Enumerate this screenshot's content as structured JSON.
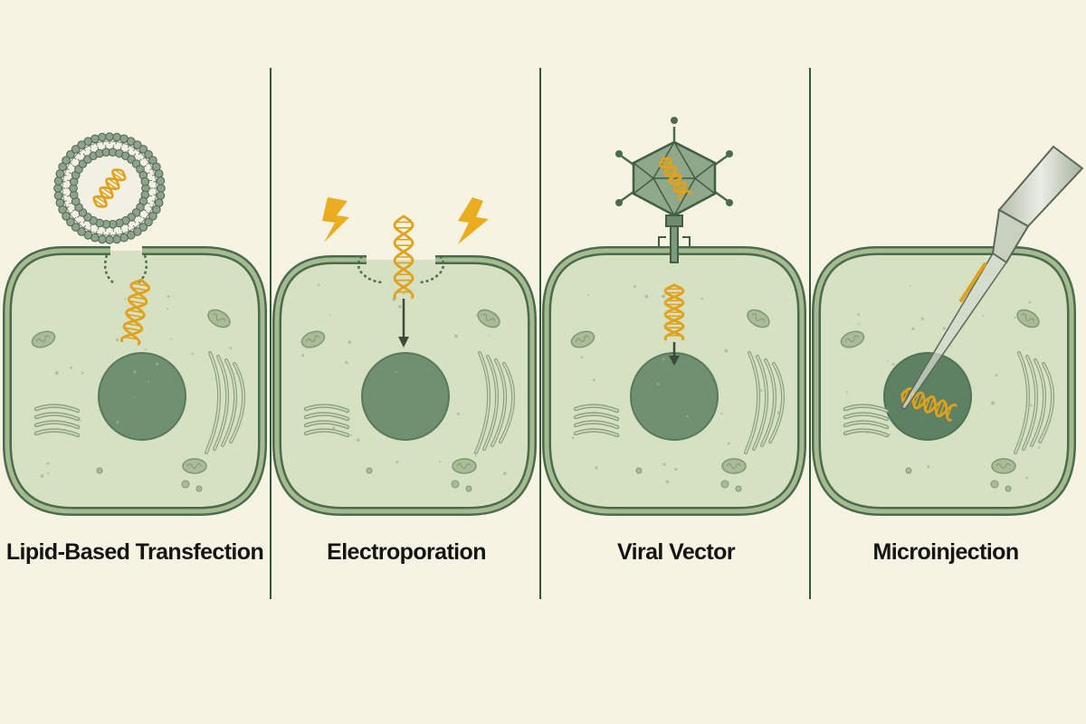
{
  "panels": [
    {
      "title": "Lipid-Based Transfection",
      "method": "lipid"
    },
    {
      "title": "Electroporation",
      "method": "electroporation"
    },
    {
      "title": "Viral Vector",
      "method": "viral"
    },
    {
      "title": "Microinjection",
      "method": "microinjection"
    }
  ],
  "colors": {
    "background": "#f6f3e3",
    "cell_fill": "#d6e1c2",
    "cell_membrane": "#a7bb90",
    "outline": "#4a6b4e",
    "nucleus": "#6f9071",
    "divider": "#2f5a35",
    "dna": "#e0a21c",
    "lightning": "#e9ad1f",
    "organelle": "#b8c9a4"
  },
  "icons": [
    "lipid-vesicle-icon",
    "lightning-bolt-icon",
    "virus-capsid-icon",
    "micropipette-icon",
    "dna-helix-icon"
  ]
}
